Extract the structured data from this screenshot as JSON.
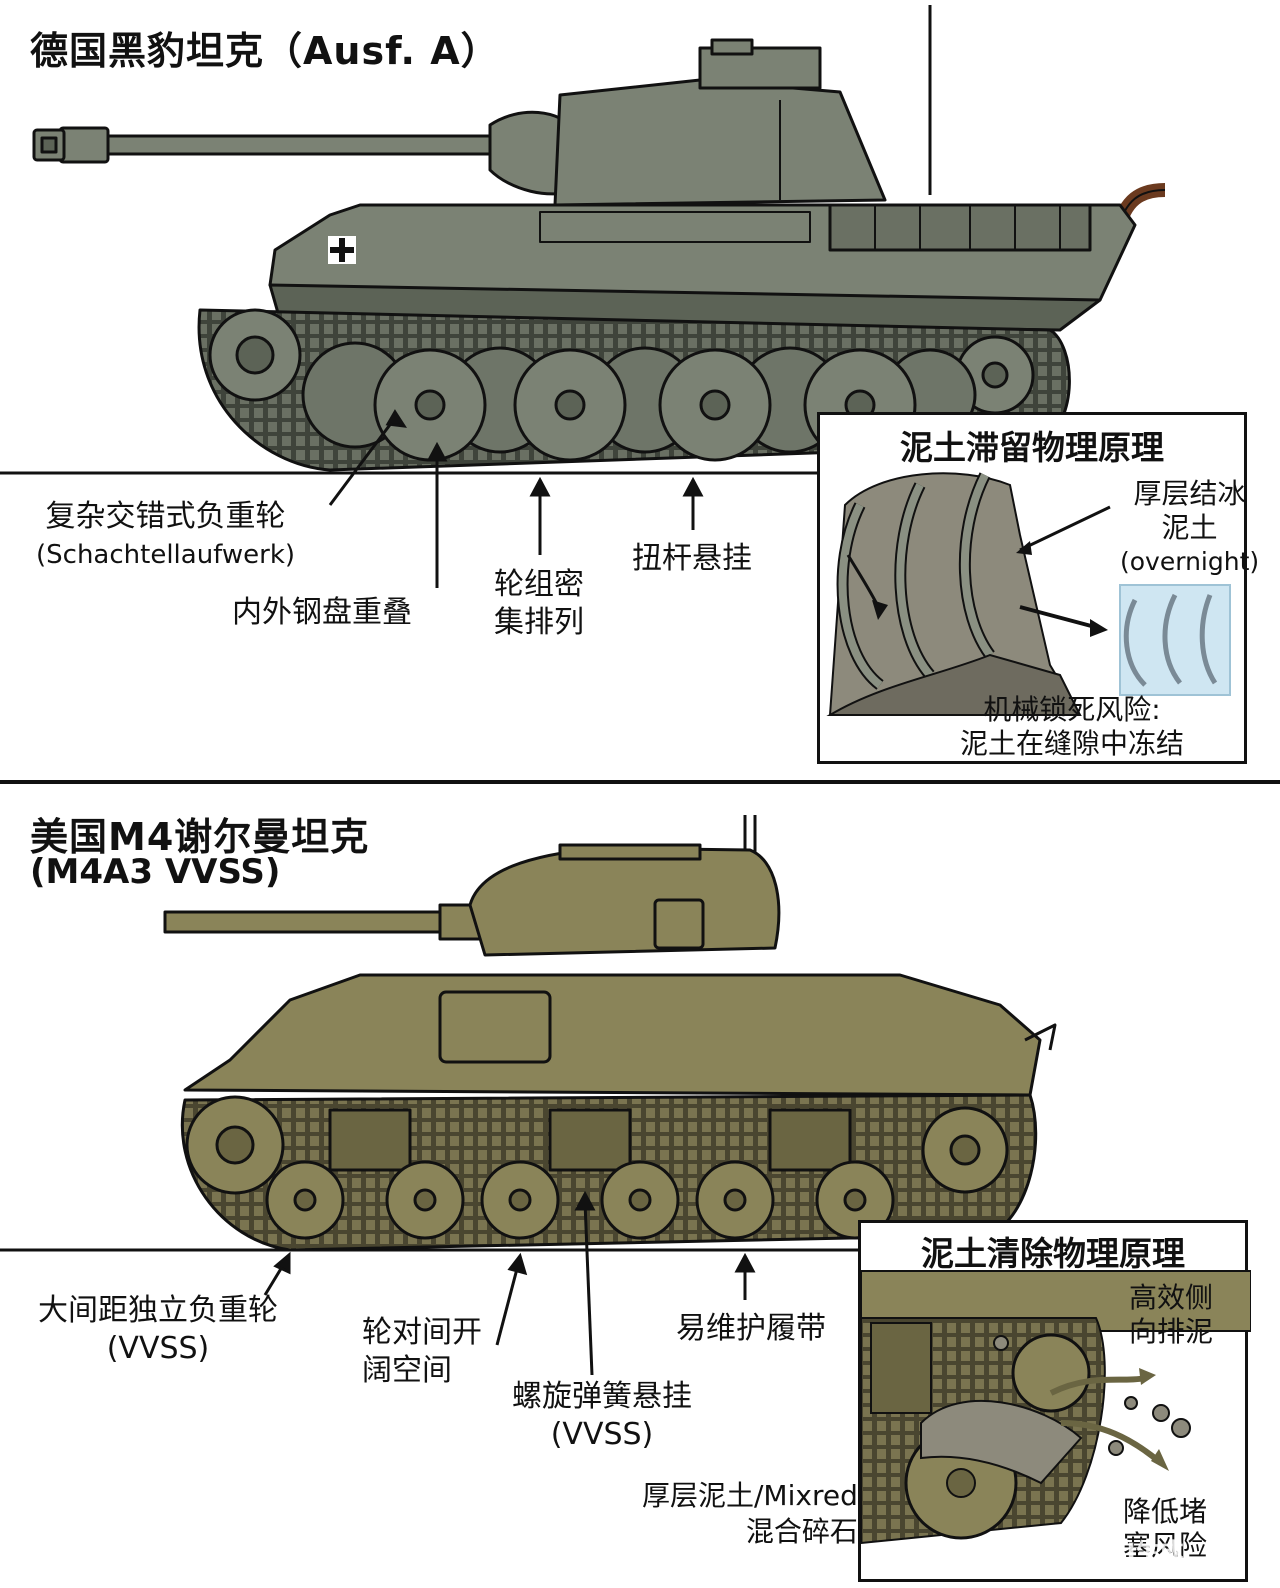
{
  "panther": {
    "title": "德国黑豹坦克（Ausf. A）",
    "labels": {
      "interleaved_line1": "复杂交错式负重轮",
      "interleaved_line2": "(Schachtellaufwerk)",
      "overlap": "内外钢盘重叠",
      "dense_line1": "轮组密",
      "dense_line2": "集排列",
      "torsion": "扭杆悬挂"
    },
    "inset": {
      "title": "泥土滞留物理原理",
      "ice_line1": "厚层结冰",
      "ice_line2": "泥土",
      "ice_line3": "(overnight)",
      "risk_line1": "机械锁死风险:",
      "risk_line2": "泥土在缝隙中冻结"
    }
  },
  "sherman": {
    "title_line1": "美国M4谢尔曼坦克",
    "title_line2": "(M4A3 VVSS)",
    "labels": {
      "wide_line1": "大间距独立负重轮",
      "wide_line2": "(VVSS)",
      "open_line1": "轮对间开",
      "open_line2": "阔空间",
      "spring_line1": "螺旋弹簧悬挂",
      "spring_line2": "(VVSS)",
      "track": "易维护履带"
    },
    "inset": {
      "title": "泥土清除物理原理",
      "side_line1": "高效侧",
      "side_line2": "向排泥",
      "mud_line1": "厚层泥土/Mixred",
      "mud_line2": "混合碎石",
      "lower_line1": "降低堵",
      "lower_line2": "塞风险"
    }
  },
  "watermark": "豆包AI生成",
  "colors": {
    "panther_body": "#7b8274",
    "panther_dark": "#5c6356",
    "sherman_body": "#8a8459",
    "sherman_dark": "#6a6542",
    "mud": "#8d8a7c",
    "ice": "#cfe6f2",
    "outline": "#111111"
  }
}
